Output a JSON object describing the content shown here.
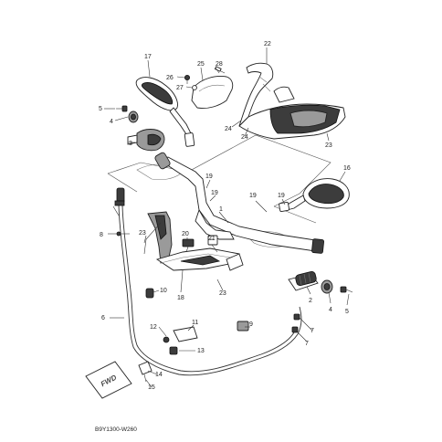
{
  "diagram": {
    "drawing_code": "B9Y1300-W260",
    "direction_tag": "FWD",
    "callouts": [
      {
        "id": "c22",
        "label": "22"
      },
      {
        "id": "c17",
        "label": "17"
      },
      {
        "id": "c25",
        "label": "25"
      },
      {
        "id": "c28",
        "label": "28"
      },
      {
        "id": "c26",
        "label": "26"
      },
      {
        "id": "c27",
        "label": "27"
      },
      {
        "id": "c5a",
        "label": "5"
      },
      {
        "id": "c4a",
        "label": "4"
      },
      {
        "id": "c3",
        "label": "3"
      },
      {
        "id": "c24a",
        "label": "24"
      },
      {
        "id": "c24b",
        "label": "24"
      },
      {
        "id": "c23a",
        "label": "23"
      },
      {
        "id": "c16",
        "label": "16"
      },
      {
        "id": "c19a",
        "label": "19"
      },
      {
        "id": "c19b",
        "label": "19"
      },
      {
        "id": "c19c",
        "label": "19"
      },
      {
        "id": "c19d",
        "label": "19"
      },
      {
        "id": "c1",
        "label": "1"
      },
      {
        "id": "c8",
        "label": "8"
      },
      {
        "id": "c23b",
        "label": "23"
      },
      {
        "id": "c20",
        "label": "20"
      },
      {
        "id": "c21",
        "label": "21"
      },
      {
        "id": "c23c",
        "label": "23"
      },
      {
        "id": "c10",
        "label": "10"
      },
      {
        "id": "c18",
        "label": "18"
      },
      {
        "id": "c2",
        "label": "2"
      },
      {
        "id": "c4b",
        "label": "4"
      },
      {
        "id": "c5b",
        "label": "5"
      },
      {
        "id": "c6",
        "label": "6"
      },
      {
        "id": "c12",
        "label": "12"
      },
      {
        "id": "c11",
        "label": "11"
      },
      {
        "id": "c9",
        "label": "9"
      },
      {
        "id": "c7a",
        "label": "7"
      },
      {
        "id": "c7b",
        "label": "7"
      },
      {
        "id": "c13",
        "label": "13"
      },
      {
        "id": "c14",
        "label": "14"
      },
      {
        "id": "c15",
        "label": "15"
      }
    ]
  }
}
